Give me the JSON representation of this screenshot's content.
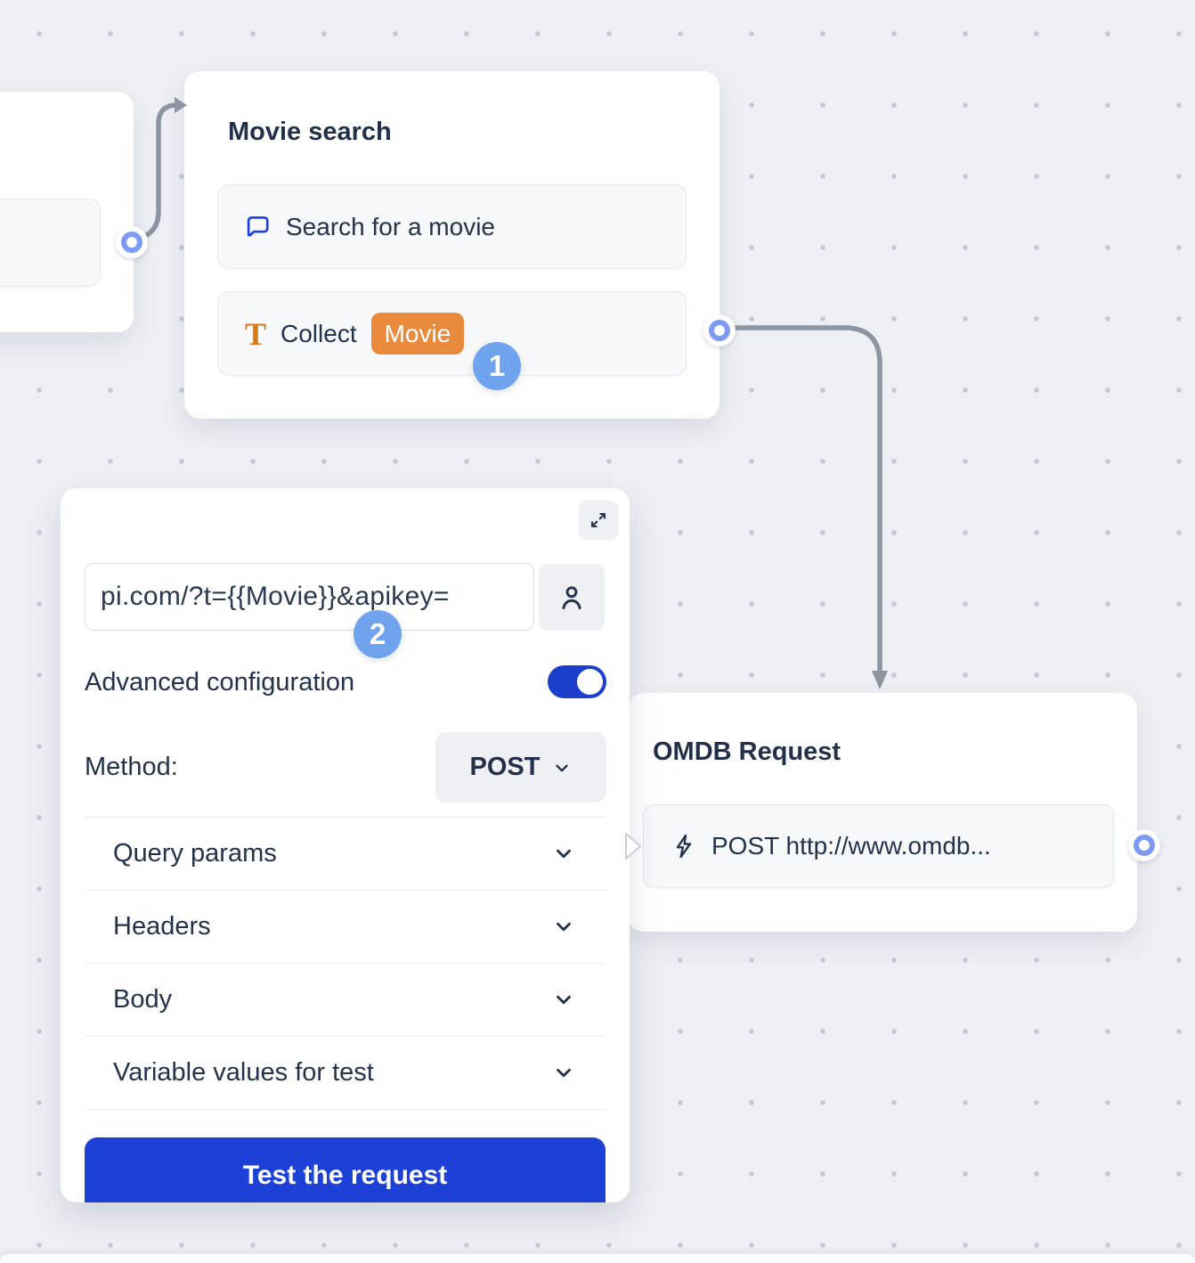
{
  "canvas": {
    "background_color": "#edeff4",
    "dot_color": "#c5cbd8",
    "connector_color": "#8e95a2",
    "port_color": "#7d9bf3"
  },
  "badges": {
    "step1": "1",
    "step2": "2",
    "color": "#6fa3ee"
  },
  "nodes": {
    "movie_search": {
      "title": "Movie search",
      "rows": [
        {
          "icon": "chat-bubble-icon",
          "label": "Search for a movie"
        },
        {
          "icon": "text-type-icon",
          "label": "Collect",
          "variable": "Movie",
          "variable_color": "#e98a3c"
        }
      ]
    },
    "omdb_request": {
      "title": "OMDB Request",
      "rows": [
        {
          "icon": "lightning-icon",
          "label": "POST http://www.omdb..."
        }
      ]
    }
  },
  "panel": {
    "url_field": {
      "value": "pi.com/?t={{Movie}}&apikey="
    },
    "advanced_label": "Advanced configuration",
    "advanced_toggle_on": true,
    "toggle_color": "#1c40cc",
    "method": {
      "label": "Method:",
      "value": "POST"
    },
    "sections": [
      "Query params",
      "Headers",
      "Body",
      "Variable values for test"
    ],
    "test_button_label": "Test the request",
    "button_color": "#1d41d6"
  }
}
